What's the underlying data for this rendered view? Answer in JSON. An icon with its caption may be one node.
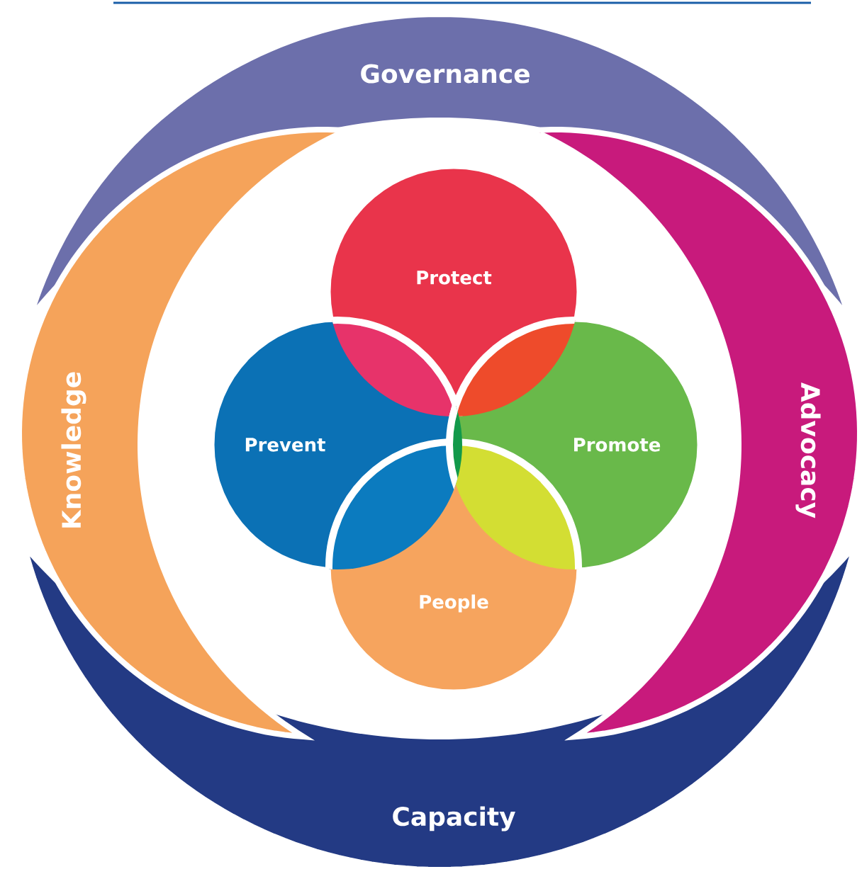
{
  "diagram": {
    "nodes": [
      {
        "text": [
          "Governance"
        ]
      },
      {
        "text": [
          "Knowledge"
        ]
      },
      {
        "text": [
          "Protect"
        ]
      },
      {
        "text": [
          "Advocacy"
        ]
      },
      {
        "text": [
          "Prevent"
        ]
      },
      {
        "text": [
          "Promote"
        ]
      },
      {
        "text": [
          "People"
        ]
      },
      {
        "text": [
          "Capacity"
        ]
      }
    ]
  }
}
